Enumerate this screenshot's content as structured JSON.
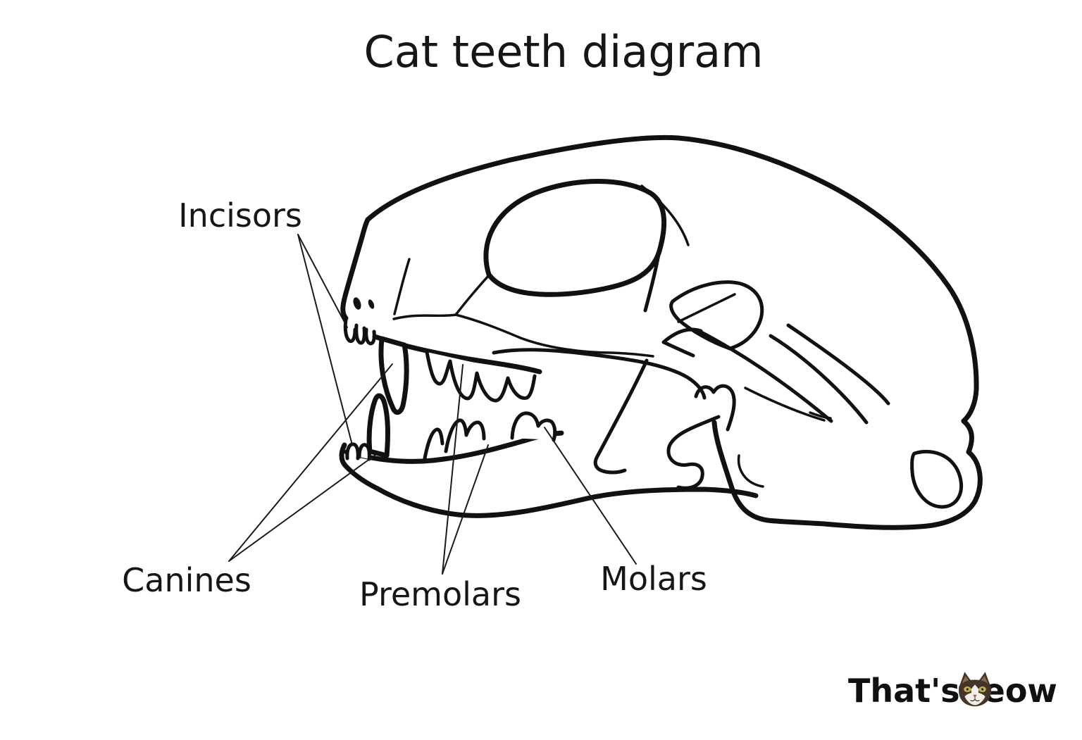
{
  "title": "Cat teeth diagram",
  "labels": {
    "incisors": "Incisors",
    "canines": "Canines",
    "premolars": "Premolars",
    "molars": "Molars"
  },
  "watermark": {
    "left": "That's",
    "right": "eow"
  },
  "colors": {
    "ink": "#111111",
    "background": "#ffffff",
    "cat_fur_dark": "#453527",
    "cat_fur_mid": "#6b5139",
    "cat_white": "#f3efe8",
    "cat_eye": "#c2b24a"
  }
}
